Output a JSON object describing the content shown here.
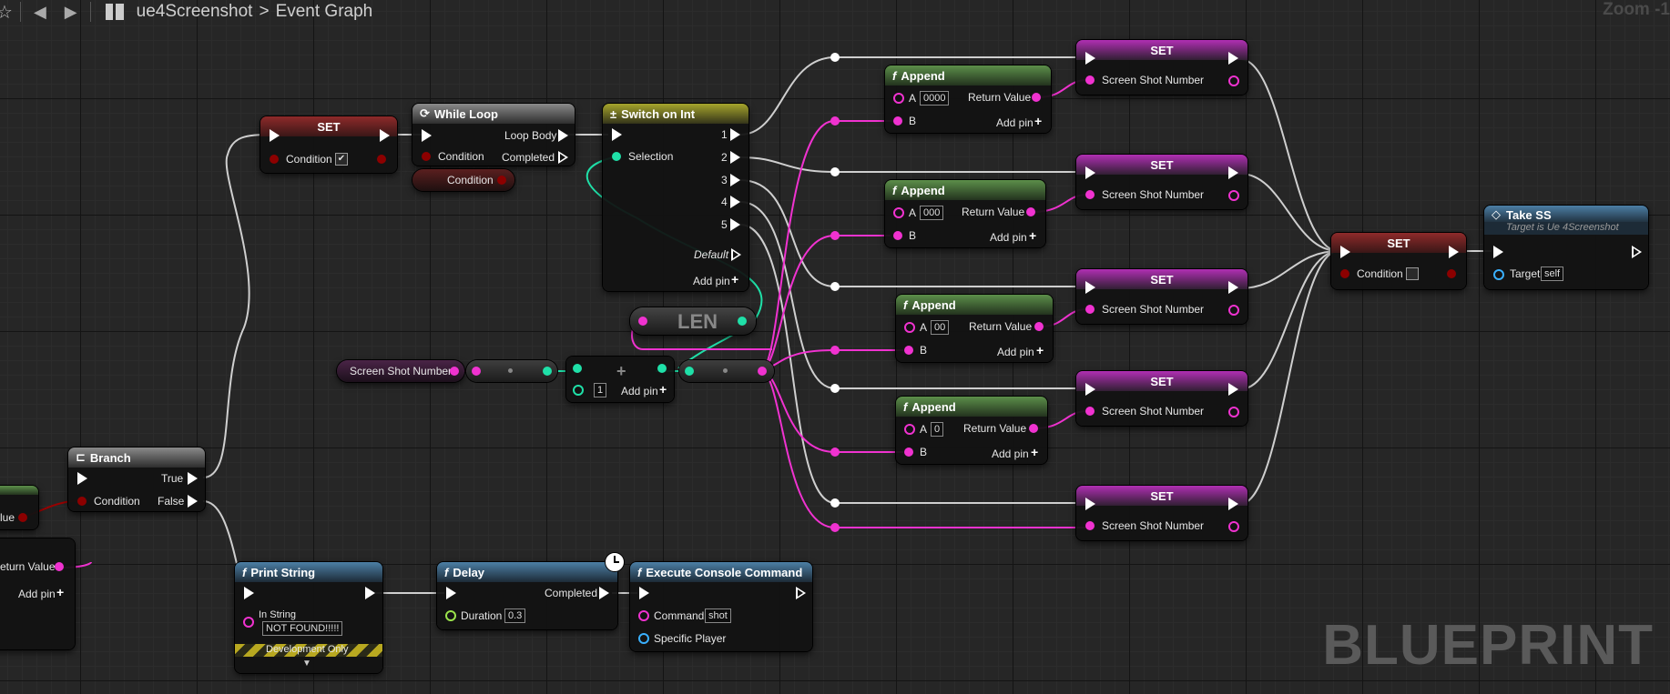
{
  "topbar": {
    "breadcrumb_root": "ue4Screenshot",
    "breadcrumb_separator": ">",
    "breadcrumb_current": "Event Graph",
    "zoom_label": "Zoom -1"
  },
  "watermark": "BLUEPRINT",
  "colors": {
    "exec": "#ffffff",
    "bool": "#8c0000",
    "string": "#f032d0",
    "int": "#1fe0a8",
    "float": "#9be34c",
    "object": "#3ab0ff"
  },
  "nodes": {
    "set_condition_top": {
      "title": "SET",
      "pin_label": "Condition",
      "checked": "✔"
    },
    "while_loop": {
      "title": "While Loop",
      "loop_body": "Loop Body",
      "condition": "Condition",
      "completed": "Completed"
    },
    "condition_getter": {
      "label": "Condition"
    },
    "switch_on_int": {
      "title": "Switch on Int",
      "selection": "Selection",
      "outputs": [
        "1",
        "2",
        "3",
        "4",
        "5"
      ],
      "default": "Default",
      "add_pin": "Add pin"
    },
    "len": {
      "title": "LEN"
    },
    "screenshot_number_getter": {
      "label": "Screen Shot Number"
    },
    "add_node": {
      "value": "1",
      "add_pin": "Add pin"
    },
    "append_1": {
      "title": "Append",
      "a_label": "A",
      "a_value": "0000",
      "b_label": "B",
      "return_value": "Return Value",
      "add_pin": "Add pin"
    },
    "append_2": {
      "title": "Append",
      "a_label": "A",
      "a_value": "000",
      "b_label": "B",
      "return_value": "Return Value",
      "add_pin": "Add pin"
    },
    "append_3": {
      "title": "Append",
      "a_label": "A",
      "a_value": "00",
      "b_label": "B",
      "return_value": "Return Value",
      "add_pin": "Add pin"
    },
    "append_4": {
      "title": "Append",
      "a_label": "A",
      "a_value": "0",
      "b_label": "B",
      "return_value": "Return Value",
      "add_pin": "Add pin"
    },
    "set_ssn_1": {
      "title": "SET",
      "pin_label": "Screen Shot Number"
    },
    "set_ssn_2": {
      "title": "SET",
      "pin_label": "Screen Shot Number"
    },
    "set_ssn_3": {
      "title": "SET",
      "pin_label": "Screen Shot Number"
    },
    "set_ssn_4": {
      "title": "SET",
      "pin_label": "Screen Shot Number"
    },
    "set_ssn_5": {
      "title": "SET",
      "pin_label": "Screen Shot Number"
    },
    "set_condition_right": {
      "title": "SET",
      "pin_label": "Condition"
    },
    "take_ss": {
      "title": "Take SS",
      "subtitle": "Target is Ue 4Screenshot",
      "target_label": "Target",
      "target_value": "self"
    },
    "branch": {
      "title": "Branch",
      "true_label": "True",
      "false_label": "False",
      "condition": "Condition"
    },
    "left_partial_top": {
      "label": "lue"
    },
    "left_partial_bottom": {
      "return_value": "eturn Value",
      "add_pin": "Add pin"
    },
    "print_string": {
      "title": "Print String",
      "in_string_label": "In String",
      "in_string_value": "NOT FOUND!!!!!",
      "dev_only": "Development Only"
    },
    "delay": {
      "title": "Delay",
      "completed": "Completed",
      "duration_label": "Duration",
      "duration_value": "0.3"
    },
    "exec_console": {
      "title": "Execute Console Command",
      "command_label": "Command",
      "command_value": "shot",
      "player_label": "Specific Player"
    }
  }
}
